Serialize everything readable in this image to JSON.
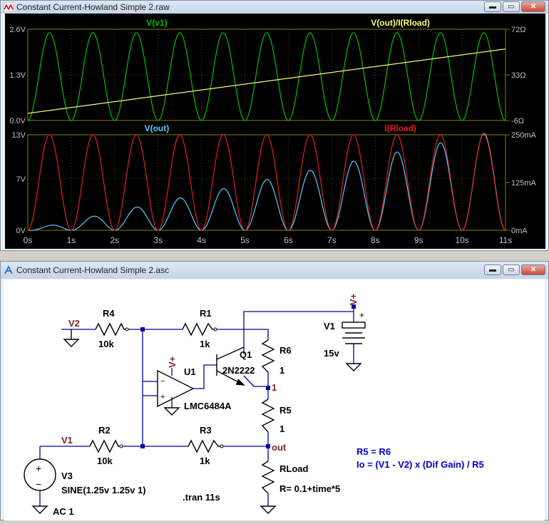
{
  "waveform_window": {
    "title": "Constant Current-Howland Simple 2.raw",
    "buttons": {
      "minimize": "▬",
      "maximize": "▭",
      "close": "✕"
    }
  },
  "schematic_window": {
    "title": "Constant Current-Howland Simple 2.asc",
    "buttons": {
      "minimize": "▬",
      "maximize": "▭",
      "close": "✕"
    }
  },
  "colors": {
    "plot_bg": "#000000",
    "grid": "#808000",
    "v_v1": "#00c000",
    "v_out_over_i": "#ffff80",
    "v_out": "#55ccff",
    "i_rload": "#e02020",
    "wire": "#0000a0",
    "component": "#000000",
    "net_label": "#802020",
    "comment": "#0000c0"
  },
  "chart_data": [
    {
      "type": "line",
      "panel": "top",
      "series": [
        {
          "name": "V(v1)",
          "axis": "left",
          "kind": "sine",
          "offset": 1.25,
          "amplitude": 1.25,
          "frequency_hz": 1,
          "x_range": [
            0,
            11
          ]
        },
        {
          "name": "V(out)/I(Rload)",
          "axis": "right",
          "kind": "linear",
          "x": [
            0,
            11
          ],
          "y": [
            0.1,
            55.1
          ]
        }
      ],
      "y_left": {
        "ticks": [
          "2.6V",
          "1.3V",
          "0.0V"
        ],
        "values": [
          2.6,
          1.3,
          0.0
        ],
        "range": [
          0.0,
          2.6
        ]
      },
      "y_right": {
        "ticks": [
          "72Ω",
          "33Ω",
          "-6Ω"
        ],
        "values": [
          72,
          33,
          -6
        ],
        "range": [
          -6,
          72
        ]
      },
      "xlim": [
        0,
        11
      ]
    },
    {
      "type": "line",
      "panel": "bottom",
      "series": [
        {
          "name": "V(out)",
          "axis": "left",
          "kind": "current_times_load",
          "x_range": [
            0,
            11
          ]
        },
        {
          "name": "I(Rload)",
          "axis": "right",
          "kind": "sine",
          "offset": 0.125,
          "amplitude": 0.125,
          "frequency_hz": 1,
          "x_range": [
            0,
            11
          ]
        }
      ],
      "y_left": {
        "ticks": [
          "13V",
          "7V",
          "0V"
        ],
        "values": [
          13,
          7,
          0
        ],
        "range": [
          0,
          13
        ]
      },
      "y_right": {
        "ticks": [
          "250mA",
          "125mA",
          "0mA"
        ],
        "values": [
          0.25,
          0.125,
          0
        ],
        "range": [
          0,
          0.25
        ]
      },
      "xlim": [
        0,
        11
      ],
      "x_ticks": [
        "0s",
        "1s",
        "2s",
        "3s",
        "4s",
        "5s",
        "6s",
        "7s",
        "8s",
        "9s",
        "10s",
        "11s"
      ],
      "x_values": [
        0,
        1,
        2,
        3,
        4,
        5,
        6,
        7,
        8,
        9,
        10,
        11
      ]
    }
  ],
  "schematic": {
    "labels": {
      "r4_name": "R4",
      "r4_value": "10k",
      "r1_name": "R1",
      "r1_value": "1k",
      "r2_name": "R2",
      "r2_value": "10k",
      "r3_name": "R3",
      "r3_value": "1k",
      "r5_name": "R5",
      "r5_value": "1",
      "r6_name": "R6",
      "r6_value": "1",
      "rload_name": "RLoad",
      "rload_value": "R= 0.1+time*5",
      "q1_name": "Q1",
      "q1_model": "2N2222",
      "u1_name": "U1",
      "u1_model": "LMC6484A",
      "v1_name": "V1",
      "v1_value": "15v",
      "v3_name": "V3",
      "v3_value": "SINE(1.25v 1.25v 1)",
      "v3_ac": "AC 1",
      "net_v2": "V2",
      "net_v1": "V1",
      "net_vplus": "V+",
      "net_vplus2": "V+",
      "net_1": "1",
      "net_out": "out",
      "tran": ".tran 11s",
      "comment1": "R5 = R6",
      "comment2": "Io = (V1 - V2) x (Dif Gain) / R5",
      "plus": "+",
      "minus": "−"
    }
  }
}
